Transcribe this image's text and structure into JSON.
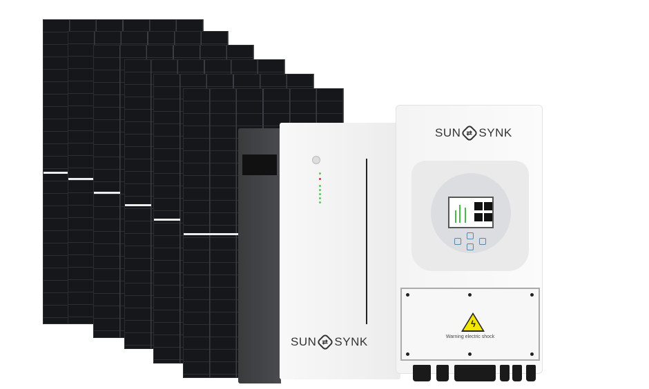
{
  "product": {
    "inverter_logo": {
      "left": "SUN",
      "right": "SYNK",
      "mark": "⇄"
    },
    "battery_logo": {
      "left": "SUN",
      "right": "SYNK",
      "mark": "⇄"
    },
    "warning_label": "Warning electric shock",
    "warning_symbol": "lightning-bolt-icon",
    "colors": {
      "panel": "#15171b",
      "warning": "#f2e600",
      "led": "#55cc55"
    }
  }
}
